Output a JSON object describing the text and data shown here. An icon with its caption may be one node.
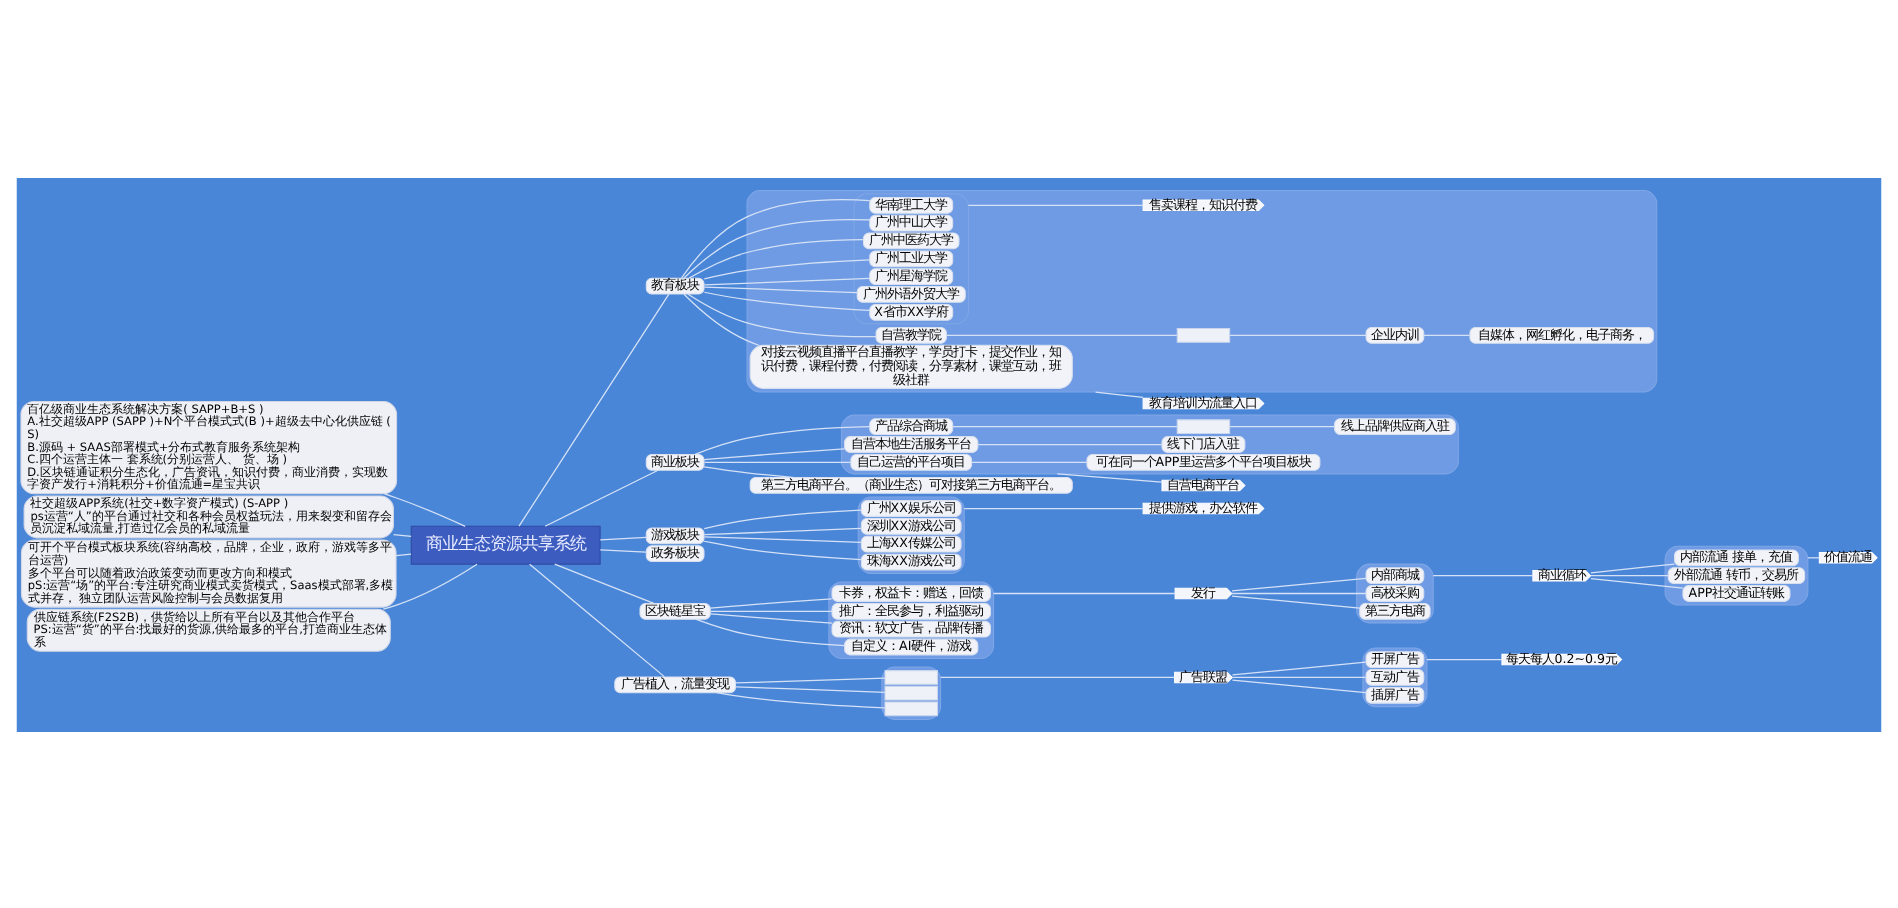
{
  "diagram": {
    "nodes": [
      {
        "text": [
          "商业生态资源共享系统"
        ]
      },
      {
        "text": [
          "百亿级商业生态系统解决方案( SAPP+B+S )",
          "A.社交超级APP (SAPP )+N个平台模式式(B )+超级去中心化供应链 (S)",
          "B.源码 + SAAS部署模式+分布式教育服务系统架构",
          "C.四个运营主体一 套系统(分别运营人、 货、场 )",
          "D.区块链通证积分生态化，广告资讯，知识付费，商业消费，实现数字资产发行+消耗积分+价值流通=星宝共识"
        ]
      },
      {
        "text": [
          "社交超级APP系统(社交+数字资产模式) (S-APP )",
          "ps运营“人”的平台通过社交和各种会员权益玩法，用来裂变和留存会员沉淀私域流量,打造过亿会员的私域流量"
        ]
      },
      {
        "text": [
          "可开个平台模式板块系统(容纳高校，品牌，企业，政府，游戏等多平台运营)",
          "多个平台可以随着政治政策变动而更改方向和模式",
          "pS:运营“场”的平台:专注研究商业模式卖货模式，Saas模式部署,多模式并存， 独立团队运营风险控制与会员数据复用"
        ]
      },
      {
        "text": [
          "供应链系统(F2S2B)，供货给以上所有平台以及其他合作平台",
          "PS:运营“货”的平台:找最好的货源,供给最多的平台,打造商业生态体系"
        ]
      },
      {
        "text": [
          "教育板块"
        ]
      },
      {
        "text": [],
        "shape": "box"
      },
      {
        "text": [
          "对接云视频直播平台直播教学，学员打卡，提交作业，知识付费，课程付费，付费阅读，分享素材，课堂互动，班级社群"
        ],
        "in": 6
      },
      {
        "text": [
          "自营教学院"
        ],
        "in": 6
      },
      {
        "text": [],
        "shape": "box",
        "in": 6
      },
      {
        "text": [
          "企业内训"
        ],
        "in": 6
      },
      {
        "text": [
          "自媒体，网红孵化，电子商务，"
        ],
        "in": 6
      },
      {
        "text": [],
        "shape": "box",
        "in": 6
      },
      {
        "text": [
          "华南理工大学"
        ],
        "in": 12
      },
      {
        "text": [
          "广州中山大学"
        ],
        "in": 12
      },
      {
        "text": [
          "广州中医药大学"
        ],
        "in": 12
      },
      {
        "text": [
          "广州工业大学"
        ],
        "in": 12
      },
      {
        "text": [
          "广州星海学院"
        ],
        "in": 12
      },
      {
        "text": [
          "广州外语外贸大学"
        ],
        "in": 12
      },
      {
        "text": [
          "X省市XX学府"
        ],
        "in": 12
      },
      {
        "text": [
          "售卖课程，知识付费"
        ],
        "in": 6
      },
      {
        "text": [
          "教育培训为流量入口"
        ]
      },
      {
        "text": [
          "商业板块"
        ]
      },
      {
        "text": [],
        "shape": "box"
      },
      {
        "text": [
          "自己运营的平台项目"
        ],
        "in": 23
      },
      {
        "text": [
          "可在同一个APP里运营多个平台项目板块"
        ],
        "in": 23
      },
      {
        "text": [
          "产品综合商城"
        ],
        "in": 23
      },
      {
        "text": [],
        "shape": "box",
        "in": 23
      },
      {
        "text": [
          "线上品牌供应商入驻"
        ],
        "in": 23
      },
      {
        "text": [
          "自营本地生活服务平台"
        ],
        "in": 23
      },
      {
        "text": [
          "线下门店入驻"
        ],
        "in": 23
      },
      {
        "text": [
          "自营电商平台"
        ]
      },
      {
        "text": [
          "第三方电商平台。（商业生态）可对接第三方电商平台。"
        ]
      },
      {
        "text": [
          "游戏板块"
        ]
      },
      {
        "text": [],
        "shape": "box"
      },
      {
        "text": [
          "广州XX娱乐公司"
        ],
        "in": 34
      },
      {
        "text": [
          "深圳XX游戏公司"
        ],
        "in": 34
      },
      {
        "text": [
          "上海XX传媒公司"
        ],
        "in": 34
      },
      {
        "text": [
          "珠海XX游戏公司"
        ],
        "in": 34
      },
      {
        "text": [
          "提供游戏，办公软件"
        ]
      },
      {
        "text": [
          "政务板块"
        ]
      },
      {
        "text": [
          "区块链星宝"
        ]
      },
      {
        "text": [],
        "shape": "box"
      },
      {
        "text": [
          "卡券，权益卡：赠送，回馈"
        ],
        "in": 42
      },
      {
        "text": [
          "推广：全民参与，利益驱动"
        ],
        "in": 42
      },
      {
        "text": [
          "资讯：软文广告，品牌传播"
        ],
        "in": 42
      },
      {
        "text": [
          "自定义：AI硬件，游戏"
        ],
        "in": 42
      },
      {
        "text": [
          "发行"
        ]
      },
      {
        "text": [],
        "shape": "box"
      },
      {
        "text": [
          "内部商城"
        ],
        "in": 48
      },
      {
        "text": [
          "高校采购"
        ],
        "in": 48
      },
      {
        "text": [
          "第三方电商"
        ],
        "in": 48
      },
      {
        "text": [
          "商业循环"
        ]
      },
      {
        "text": [],
        "shape": "box"
      },
      {
        "text": [
          "内部流通 接单，充值"
        ],
        "in": 53
      },
      {
        "text": [
          "外部流通 转币，交易所"
        ],
        "in": 53
      },
      {
        "text": [
          "APP社交通证转账"
        ],
        "in": 53
      },
      {
        "text": [
          "价值流通"
        ]
      },
      {
        "text": [
          "广告植入，流量变现"
        ]
      },
      {
        "text": [],
        "shape": "box"
      },
      {
        "text": [],
        "shape": "box",
        "in": 59
      },
      {
        "text": [],
        "shape": "box",
        "in": 59
      },
      {
        "text": [],
        "shape": "box",
        "in": 59
      },
      {
        "text": [
          "广告联盟"
        ]
      },
      {
        "text": [],
        "shape": "box"
      },
      {
        "text": [
          "开屏广告"
        ],
        "in": 64
      },
      {
        "text": [
          "互动广告"
        ],
        "in": 64
      },
      {
        "text": [
          "插屏广告"
        ],
        "in": 64
      },
      {
        "text": [
          "每天每人0.2~0.9元"
        ]
      }
    ],
    "edges": [
      {
        "from": 1,
        "to": 0,
        "arrow": "none"
      },
      {
        "from": 2,
        "to": 0,
        "arrow": "none"
      },
      {
        "from": 3,
        "to": 0,
        "arrow": "none"
      },
      {
        "from": 4,
        "to": 0,
        "arrow": "none"
      },
      {
        "from": 0,
        "to": 5,
        "arrow": "none"
      },
      {
        "from": 5,
        "to": 7,
        "arrow": "none"
      },
      {
        "from": 5,
        "to": 8,
        "arrow": "none"
      },
      {
        "from": 8,
        "to": 9,
        "arrow": "none"
      },
      {
        "from": 9,
        "to": 10,
        "arrow": "none"
      },
      {
        "from": 10,
        "to": 11,
        "arrow": "none"
      },
      {
        "from": 5,
        "to": 13,
        "arrow": "none"
      },
      {
        "from": 5,
        "to": 14,
        "arrow": "none"
      },
      {
        "from": 5,
        "to": 15,
        "arrow": "none"
      },
      {
        "from": 5,
        "to": 16,
        "arrow": "none"
      },
      {
        "from": 5,
        "to": 17,
        "arrow": "none"
      },
      {
        "from": 5,
        "to": 18,
        "arrow": "none"
      },
      {
        "from": 5,
        "to": 19,
        "arrow": "none"
      },
      {
        "from": 12,
        "to": 20,
        "arrow": "none"
      },
      {
        "from": 6,
        "to": 21,
        "arrow": "none"
      },
      {
        "from": 0,
        "to": 22,
        "arrow": "none"
      },
      {
        "from": 22,
        "to": 24,
        "arrow": "none"
      },
      {
        "from": 24,
        "to": 25,
        "arrow": "none"
      },
      {
        "from": 22,
        "to": 26,
        "arrow": "none"
      },
      {
        "from": 26,
        "to": 27,
        "arrow": "none"
      },
      {
        "from": 27,
        "to": 28,
        "arrow": "none"
      },
      {
        "from": 22,
        "to": 29,
        "arrow": "none"
      },
      {
        "from": 29,
        "to": 30,
        "arrow": "none"
      },
      {
        "from": 23,
        "to": 31,
        "arrow": "none"
      },
      {
        "from": 22,
        "to": 32,
        "arrow": "none"
      },
      {
        "from": 0,
        "to": 33,
        "arrow": "none"
      },
      {
        "from": 33,
        "to": 35,
        "arrow": "none"
      },
      {
        "from": 33,
        "to": 36,
        "arrow": "none"
      },
      {
        "from": 33,
        "to": 37,
        "arrow": "none"
      },
      {
        "from": 33,
        "to": 38,
        "arrow": "none"
      },
      {
        "from": 34,
        "to": 39,
        "arrow": "none"
      },
      {
        "from": 0,
        "to": 40,
        "arrow": "none"
      },
      {
        "from": 0,
        "to": 41,
        "arrow": "none"
      },
      {
        "from": 41,
        "to": 43,
        "arrow": "none"
      },
      {
        "from": 41,
        "to": 44,
        "arrow": "none"
      },
      {
        "from": 41,
        "to": 45,
        "arrow": "none"
      },
      {
        "from": 41,
        "to": 46,
        "arrow": "none"
      },
      {
        "from": 42,
        "to": 47,
        "arrow": "none"
      },
      {
        "from": 47,
        "to": 49,
        "arrow": "none"
      },
      {
        "from": 47,
        "to": 50,
        "arrow": "none"
      },
      {
        "from": 47,
        "to": 51,
        "arrow": "none"
      },
      {
        "from": 48,
        "to": 52,
        "arrow": "none"
      },
      {
        "from": 52,
        "to": 54,
        "arrow": "none"
      },
      {
        "from": 52,
        "to": 55,
        "arrow": "none"
      },
      {
        "from": 52,
        "to": 56,
        "arrow": "none"
      },
      {
        "from": 53,
        "to": 57,
        "arrow": "none"
      },
      {
        "from": 0,
        "to": 58,
        "arrow": "none"
      },
      {
        "from": 58,
        "to": 60,
        "arrow": "none"
      },
      {
        "from": 58,
        "to": 61,
        "arrow": "none"
      },
      {
        "from": 58,
        "to": 62,
        "arrow": "none"
      },
      {
        "from": 59,
        "to": 63,
        "arrow": "none"
      },
      {
        "from": 63,
        "to": 65,
        "arrow": "none"
      },
      {
        "from": 63,
        "to": 66,
        "arrow": "none"
      },
      {
        "from": 63,
        "to": 67,
        "arrow": "none"
      },
      {
        "from": 64,
        "to": 68,
        "arrow": "none"
      }
    ]
  }
}
